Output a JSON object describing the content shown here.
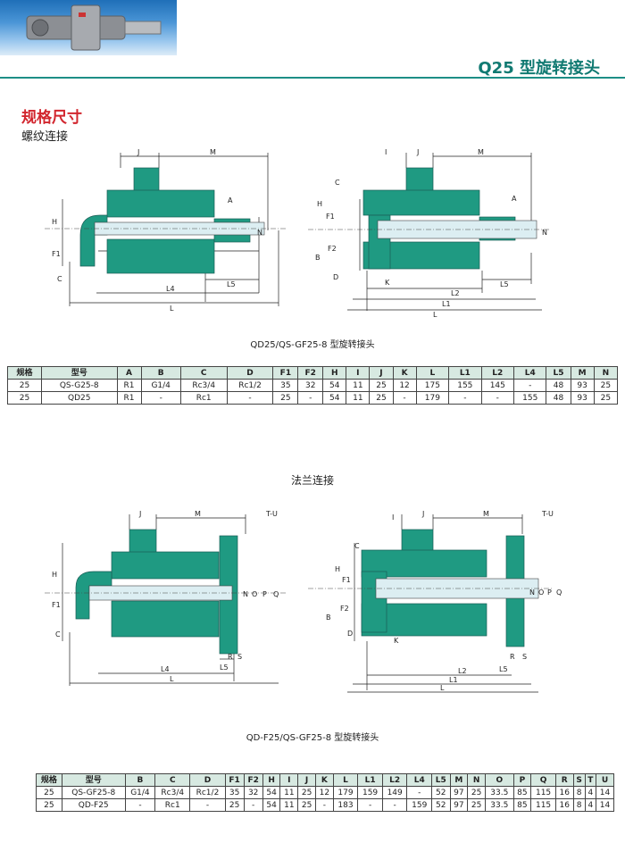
{
  "header": {
    "title": "Q25 型旋转接头"
  },
  "section": {
    "title": "规格尺寸",
    "threaded_label": "螺纹连接",
    "flange_label": "法兰连接"
  },
  "diagram_labels": {
    "d1": [
      "J",
      "M",
      "A",
      "H",
      "N",
      "F1",
      "C",
      "L5",
      "L4",
      "L"
    ],
    "d2": [
      "I",
      "J",
      "M",
      "C",
      "A",
      "H",
      "F1",
      "N",
      "B",
      "F2",
      "D",
      "K",
      "L5",
      "L2",
      "L1",
      "L"
    ],
    "d3": [
      "J",
      "M",
      "T-U",
      "H",
      "N",
      "O",
      "P",
      "Q",
      "F1",
      "C",
      "R",
      "S",
      "L5",
      "L4",
      "L"
    ],
    "d4": [
      "I",
      "J",
      "M",
      "T-U",
      "C",
      "H",
      "F1",
      "N",
      "O",
      "P",
      "Q",
      "B",
      "F2",
      "D",
      "K",
      "R",
      "S",
      "L5",
      "L2",
      "L1",
      "L"
    ]
  },
  "captions": {
    "threaded": "QD25/QS-GF25-8 型旋转接头",
    "flange": "QD-F25/QS-GF25-8 型旋转接头"
  },
  "table1": {
    "headers": [
      "规格",
      "型号",
      "A",
      "B",
      "C",
      "D",
      "F1",
      "F2",
      "H",
      "I",
      "J",
      "K",
      "L",
      "L1",
      "L2",
      "L4",
      "L5",
      "M",
      "N"
    ],
    "rows": [
      [
        "25",
        "QS-G25-8",
        "R1",
        "G1/4",
        "Rc3/4",
        "Rc1/2",
        "35",
        "32",
        "54",
        "11",
        "25",
        "12",
        "175",
        "155",
        "145",
        "-",
        "48",
        "93",
        "25"
      ],
      [
        "25",
        "QD25",
        "R1",
        "-",
        "Rc1",
        "-",
        "25",
        "-",
        "54",
        "11",
        "25",
        "-",
        "179",
        "-",
        "-",
        "155",
        "48",
        "93",
        "25"
      ]
    ]
  },
  "table2": {
    "headers": [
      "规格",
      "型号",
      "B",
      "C",
      "D",
      "F1",
      "F2",
      "H",
      "I",
      "J",
      "K",
      "L",
      "L1",
      "L2",
      "L4",
      "L5",
      "M",
      "N",
      "O",
      "P",
      "Q",
      "R",
      "S",
      "T",
      "U"
    ],
    "rows": [
      [
        "25",
        "QS-GF25-8",
        "G1/4",
        "Rc3/4",
        "Rc1/2",
        "35",
        "32",
        "54",
        "11",
        "25",
        "12",
        "179",
        "159",
        "149",
        "-",
        "52",
        "97",
        "25",
        "33.5",
        "85",
        "115",
        "16",
        "8",
        "4",
        "14"
      ],
      [
        "25",
        "QD-F25",
        "-",
        "Rc1",
        "-",
        "25",
        "-",
        "54",
        "11",
        "25",
        "-",
        "183",
        "-",
        "-",
        "159",
        "52",
        "97",
        "25",
        "33.5",
        "85",
        "115",
        "16",
        "8",
        "4",
        "14"
      ]
    ]
  },
  "colors": {
    "accent": "#1d8e86",
    "body": "#1f9a82",
    "red": "#d2262e",
    "header_fill": "#d7e9e1",
    "pipe": "#dceef2"
  }
}
